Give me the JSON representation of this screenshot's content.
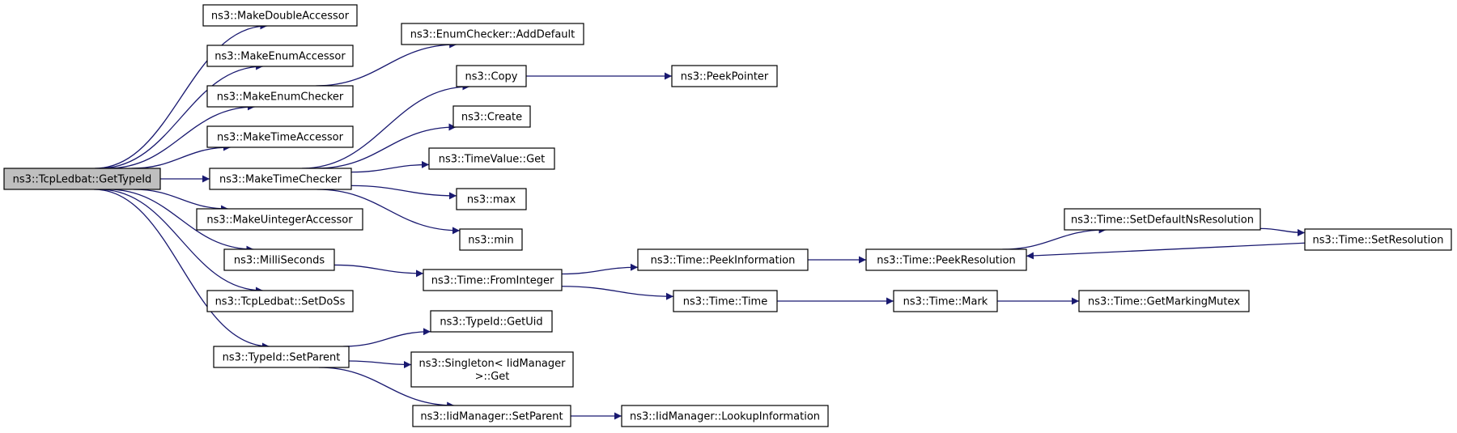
{
  "colors": {
    "edge": "#191970",
    "root_fill": "#bfbfbf",
    "node_fill": "#ffffff",
    "node_border": "#000000"
  },
  "root": "ns3::TcpLedbat::GetTypeId",
  "nodes": {
    "root": {
      "lines": [
        "ns3::TcpLedbat::GetTypeId"
      ],
      "root": true
    },
    "mkdbl": {
      "lines": [
        "ns3::MakeDoubleAccessor"
      ]
    },
    "mkenumacc": {
      "lines": [
        "ns3::MakeEnumAccessor"
      ]
    },
    "mkenumchk": {
      "lines": [
        "ns3::MakeEnumChecker"
      ]
    },
    "mktimeacc": {
      "lines": [
        "ns3::MakeTimeAccessor"
      ]
    },
    "mktimechk": {
      "lines": [
        "ns3::MakeTimeChecker"
      ]
    },
    "mkuint": {
      "lines": [
        "ns3::MakeUintegerAccessor"
      ]
    },
    "millis": {
      "lines": [
        "ns3::MilliSeconds"
      ]
    },
    "setdoss": {
      "lines": [
        "ns3::TcpLedbat::SetDoSs"
      ]
    },
    "setparent": {
      "lines": [
        "ns3::TypeId::SetParent"
      ]
    },
    "adddef": {
      "lines": [
        "ns3::EnumChecker::AddDefault"
      ]
    },
    "copy": {
      "lines": [
        "ns3::Copy"
      ]
    },
    "create": {
      "lines": [
        "ns3::Create"
      ]
    },
    "tvget": {
      "lines": [
        "ns3::TimeValue::Get"
      ]
    },
    "max": {
      "lines": [
        "ns3::max"
      ]
    },
    "min": {
      "lines": [
        "ns3::min"
      ]
    },
    "peekptr": {
      "lines": [
        "ns3::PeekPointer"
      ]
    },
    "fromint": {
      "lines": [
        "ns3::Time::FromInteger"
      ]
    },
    "peekinfo": {
      "lines": [
        "ns3::Time::PeekInformation"
      ]
    },
    "peekres": {
      "lines": [
        "ns3::Time::PeekResolution"
      ]
    },
    "setdefns": {
      "lines": [
        "ns3::Time::SetDefaultNsResolution"
      ]
    },
    "setres": {
      "lines": [
        "ns3::Time::SetResolution"
      ]
    },
    "timetime": {
      "lines": [
        "ns3::Time::Time"
      ]
    },
    "mark": {
      "lines": [
        "ns3::Time::Mark"
      ]
    },
    "getmutex": {
      "lines": [
        "ns3::Time::GetMarkingMutex"
      ]
    },
    "getuid": {
      "lines": [
        "ns3::TypeId::GetUid"
      ]
    },
    "singleton": {
      "lines": [
        "ns3::Singleton< IidManager",
        ">::Get"
      ]
    },
    "iidsetpar": {
      "lines": [
        "ns3::IidManager::SetParent"
      ]
    },
    "lookup": {
      "lines": [
        "ns3::IidManager::LookupInformation"
      ]
    }
  },
  "edges": [
    [
      "root",
      "mkdbl"
    ],
    [
      "root",
      "mkenumacc"
    ],
    [
      "root",
      "mkenumchk"
    ],
    [
      "root",
      "mktimeacc"
    ],
    [
      "root",
      "mktimechk"
    ],
    [
      "root",
      "mkuint"
    ],
    [
      "root",
      "millis"
    ],
    [
      "root",
      "setdoss"
    ],
    [
      "root",
      "setparent"
    ],
    [
      "mkenumchk",
      "adddef"
    ],
    [
      "mktimechk",
      "copy"
    ],
    [
      "mktimechk",
      "create"
    ],
    [
      "mktimechk",
      "tvget"
    ],
    [
      "mktimechk",
      "max"
    ],
    [
      "mktimechk",
      "min"
    ],
    [
      "copy",
      "peekptr"
    ],
    [
      "millis",
      "fromint"
    ],
    [
      "fromint",
      "peekinfo"
    ],
    [
      "fromint",
      "timetime"
    ],
    [
      "peekinfo",
      "peekres"
    ],
    [
      "peekres",
      "setdefns"
    ],
    [
      "setdefns",
      "setres"
    ],
    [
      "setres",
      "peekres"
    ],
    [
      "timetime",
      "mark"
    ],
    [
      "mark",
      "getmutex"
    ],
    [
      "setparent",
      "getuid"
    ],
    [
      "setparent",
      "singleton"
    ],
    [
      "setparent",
      "iidsetpar"
    ],
    [
      "iidsetpar",
      "lookup"
    ]
  ]
}
